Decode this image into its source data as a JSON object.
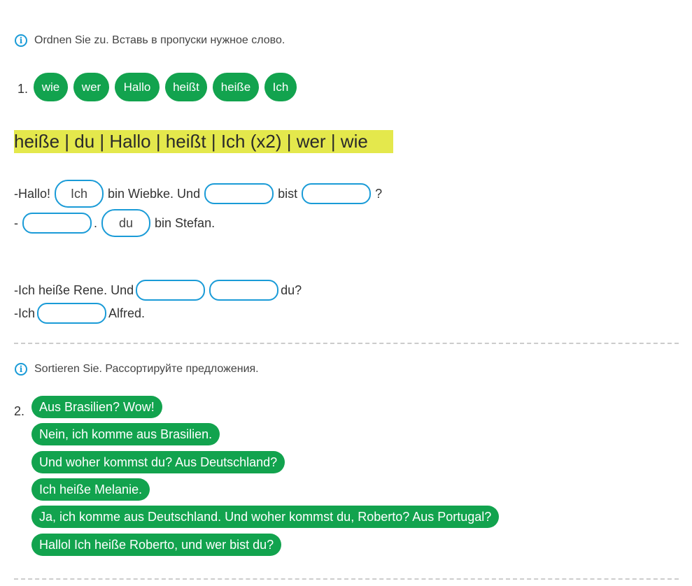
{
  "exercise1": {
    "instruction": "Ordnen Sie zu. Вставь в пропуски нужное слово.",
    "number": "1.",
    "chips": [
      "wie",
      "wer",
      "Hallo",
      "heißt",
      "heiße",
      "Ich"
    ],
    "word_bank": "heiße | du | Hallo | heißt | Ich (x2) | wer | wie",
    "line1": {
      "a": "-Hallo!",
      "filled": "Ich",
      "b": "bin Wiebke. Und",
      "c": "bist",
      "d": "?"
    },
    "line2": {
      "a": "-",
      "b": ".",
      "filled": "du",
      "c": "bin Stefan."
    },
    "line3": {
      "a": "-Ich heiße Rene. Und",
      "b": "du?"
    },
    "line4": {
      "a": "-Ich",
      "b": "Alfred."
    }
  },
  "exercise2": {
    "instruction": "Sortieren Sie. Рассортируйте предложения.",
    "number": "2.",
    "sentences": [
      "Aus Brasilien? Wow!",
      "Nein, ich komme aus Brasilien.",
      "Und woher kommst du? Aus Deutschland?",
      "Ich heiße Melanie.",
      "Ja, ich komme aus Deutschland. Und woher kommst du, Roberto? Aus Portugal?",
      "Hallol Ich heiße Roberto, und wer bist du?"
    ]
  },
  "colors": {
    "green": "#12a34e",
    "blue": "#1a9bd7",
    "highlight": "#e4e84c"
  }
}
